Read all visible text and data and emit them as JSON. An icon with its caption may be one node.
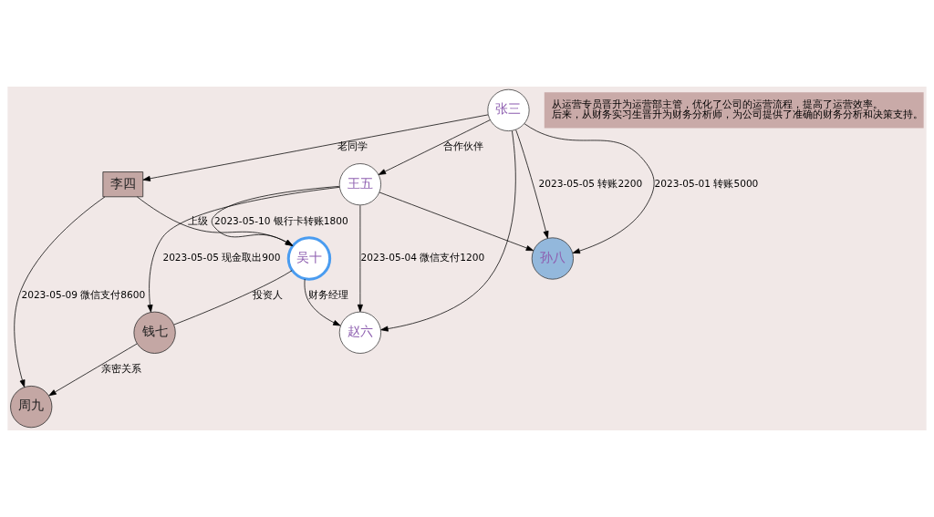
{
  "diagram": {
    "nodes": [
      {
        "text": [
          "张三"
        ]
      },
      {
        "text": [
          "李四"
        ]
      },
      {
        "text": [
          "周九"
        ]
      },
      {
        "text": [
          "赵六"
        ]
      },
      {
        "text": [
          "吴十"
        ]
      },
      {
        "text": [
          "孙八"
        ]
      },
      {
        "text": [
          "王五"
        ]
      },
      {
        "text": [
          "钱七"
        ]
      }
    ],
    "edges": [
      {
        "from": 0,
        "to": 1,
        "arrow": "to",
        "label": "老同学"
      },
      {
        "from": 0,
        "to": 3,
        "arrow": "to"
      },
      {
        "from": 0,
        "to": 5,
        "arrow": "to",
        "label": "2023-05-05 转账2200"
      },
      {
        "from": 0,
        "to": 5,
        "arrow": "to",
        "label": "2023-05-01 转账5000"
      },
      {
        "from": 0,
        "to": 6,
        "arrow": "to",
        "label": "合作伙伴"
      },
      {
        "from": 1,
        "to": 2,
        "arrow": "to",
        "label": "2023-05-09 微信支付8600"
      },
      {
        "from": 1,
        "to": 4,
        "arrow": "to",
        "label": "上级"
      },
      {
        "from": 4,
        "to": 3,
        "arrow": "to",
        "label": "财务经理"
      },
      {
        "from": 6,
        "to": 3,
        "arrow": "to",
        "label": "2023-05-04 微信支付1200"
      },
      {
        "from": 6,
        "to": 4,
        "arrow": "to",
        "label": "2023-05-10 银行卡转账1800"
      },
      {
        "from": 6,
        "to": 5,
        "arrow": "to"
      },
      {
        "from": 6,
        "to": 7,
        "arrow": "to",
        "label": "2023-05-05 现金取出900"
      },
      {
        "from": 4,
        "to": 7,
        "arrow": "none",
        "label": "投资人"
      },
      {
        "from": 7,
        "to": 2,
        "arrow": "to",
        "label": "亲密关系"
      }
    ],
    "labels": [
      "从运营专员晋升为运营部主管，优化了公司的运营流程，提高了运营效率。",
      "后来，从财务实习生晋升为财务分析师，为公司提供了准确的财务分析和决策支持。"
    ]
  }
}
